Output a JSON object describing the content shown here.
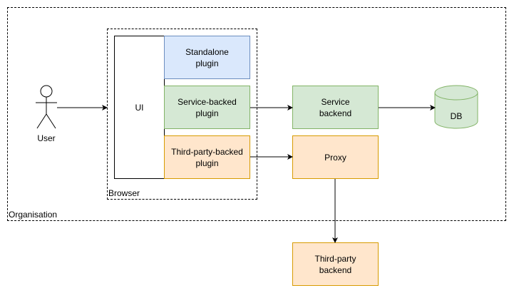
{
  "containers": {
    "organisation": "Organisation",
    "browser": "Browser"
  },
  "nodes": {
    "ui": "UI",
    "standalone_plugin": "Standalone\nplugin",
    "service_backed_plugin": "Service-backed\nplugin",
    "third_party_backed_plugin": "Third-party-backed\nplugin",
    "service_backend": "Service\nbackend",
    "proxy": "Proxy",
    "db": "DB",
    "third_party_backend": "Third-party\nbackend"
  },
  "actors": {
    "user": "User"
  },
  "colors": {
    "blue_fill": "#dae8fc",
    "blue_stroke": "#6c8ebf",
    "green_fill": "#d5e8d4",
    "green_stroke": "#82b366",
    "orange_fill": "#ffe6cc",
    "orange_stroke": "#d79b00"
  }
}
